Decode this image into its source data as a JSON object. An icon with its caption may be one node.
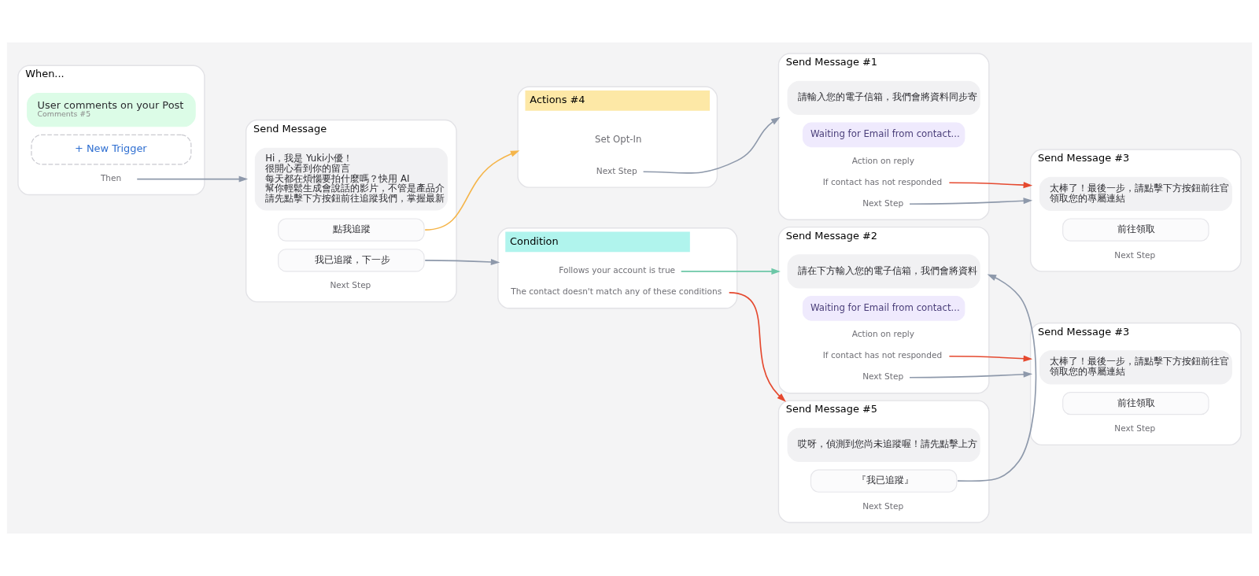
{
  "diagram": {
    "nodes": [
      {
        "text": [
          "When..."
        ]
      },
      {
        "text": [
          "User comments on your Post",
          "Comments #5"
        ],
        "in": 0
      },
      {
        "text": [
          "+ New Trigger"
        ],
        "in": 0
      },
      {
        "text": [
          "Then"
        ],
        "in": 0
      },
      {
        "text": [
          "Send Message"
        ]
      },
      {
        "text": [
          "Hi，我是 Yuki小優！",
          "很開心看到你的留言",
          "每天都在煩惱要拍什麼嗎？快用 AI",
          "幫你輕鬆生成會說話的影片，不管是產品介",
          "請先點擊下方按鈕前往追蹤我們，掌握最新"
        ],
        "in": 4
      },
      {
        "text": [
          "點我追蹤"
        ],
        "in": 4
      },
      {
        "text": [
          "我已追蹤，下一步"
        ],
        "in": 4
      },
      {
        "text": [
          "Next Step"
        ],
        "in": 4
      },
      {
        "text": [
          "Actions #4"
        ]
      },
      {
        "text": [
          "Set Opt-In"
        ],
        "in": 9
      },
      {
        "text": [
          "Next Step"
        ],
        "in": 9
      },
      {
        "text": [
          "Send Message #1"
        ]
      },
      {
        "text": [
          "請輸入您的電子信箱，我們會將資料同步寄"
        ],
        "in": 12
      },
      {
        "text": [
          "Waiting for Email from contact..."
        ],
        "in": 12
      },
      {
        "text": [
          "Action on reply"
        ],
        "in": 12
      },
      {
        "text": [
          "If contact has not responded"
        ],
        "in": 12
      },
      {
        "text": [
          "Next Step"
        ],
        "in": 12
      },
      {
        "text": [
          "Send Message #3"
        ]
      },
      {
        "text": [
          "太棒了！最後一步，請點擊下方按鈕前往官",
          "領取您的專屬連結"
        ],
        "in": 18
      },
      {
        "text": [
          "前往領取"
        ],
        "in": 18
      },
      {
        "text": [
          "Next Step"
        ],
        "in": 18
      },
      {
        "text": [
          "Condition"
        ]
      },
      {
        "text": [
          "Follows your account is true"
        ],
        "in": 22
      },
      {
        "text": [
          "The contact doesn't match any of these conditions"
        ],
        "in": 22
      },
      {
        "text": [
          "Send Message #2"
        ]
      },
      {
        "text": [
          "請在下方輸入您的電子信箱，我們會將資料"
        ],
        "in": 25
      },
      {
        "text": [
          "Waiting for Email from contact..."
        ],
        "in": 25
      },
      {
        "text": [
          "Action on reply"
        ],
        "in": 25
      },
      {
        "text": [
          "If contact has not responded"
        ],
        "in": 25
      },
      {
        "text": [
          "Next Step"
        ],
        "in": 25
      },
      {
        "text": [
          "Send Message #3"
        ]
      },
      {
        "text": [
          "太棒了！最後一步，請點擊下方按鈕前往官",
          "領取您的專屬連結"
        ],
        "in": 31
      },
      {
        "text": [
          "前往領取"
        ],
        "in": 31
      },
      {
        "text": [
          "Next Step"
        ],
        "in": 31
      },
      {
        "text": [
          "Send Message #5"
        ]
      },
      {
        "text": [
          "哎呀，偵測到您尚未追蹤喔！請先點擊上方"
        ],
        "in": 35
      },
      {
        "text": [
          "『我已追蹤』"
        ],
        "in": 35
      },
      {
        "text": [
          "Next Step"
        ],
        "in": 35
      }
    ],
    "edges": [
      {
        "from": 3,
        "to": 4,
        "arrow": "to"
      },
      {
        "from": 6,
        "to": 9,
        "arrow": "to",
        "color": "#f5b54a"
      },
      {
        "from": 7,
        "to": 22,
        "arrow": "to"
      },
      {
        "from": 11,
        "to": 12,
        "arrow": "to"
      },
      {
        "from": 16,
        "to": 18,
        "arrow": "to",
        "color": "#e5492f"
      },
      {
        "from": 17,
        "to": 18,
        "arrow": "to"
      },
      {
        "from": 23,
        "to": 25,
        "arrow": "to",
        "color": "#6cc7a7"
      },
      {
        "from": 24,
        "to": 35,
        "arrow": "to",
        "color": "#e5492f"
      },
      {
        "from": 29,
        "to": 31,
        "arrow": "to",
        "color": "#e5492f"
      },
      {
        "from": 30,
        "to": 31,
        "arrow": "to"
      },
      {
        "from": 37,
        "to": 25,
        "arrow": "to"
      }
    ]
  }
}
